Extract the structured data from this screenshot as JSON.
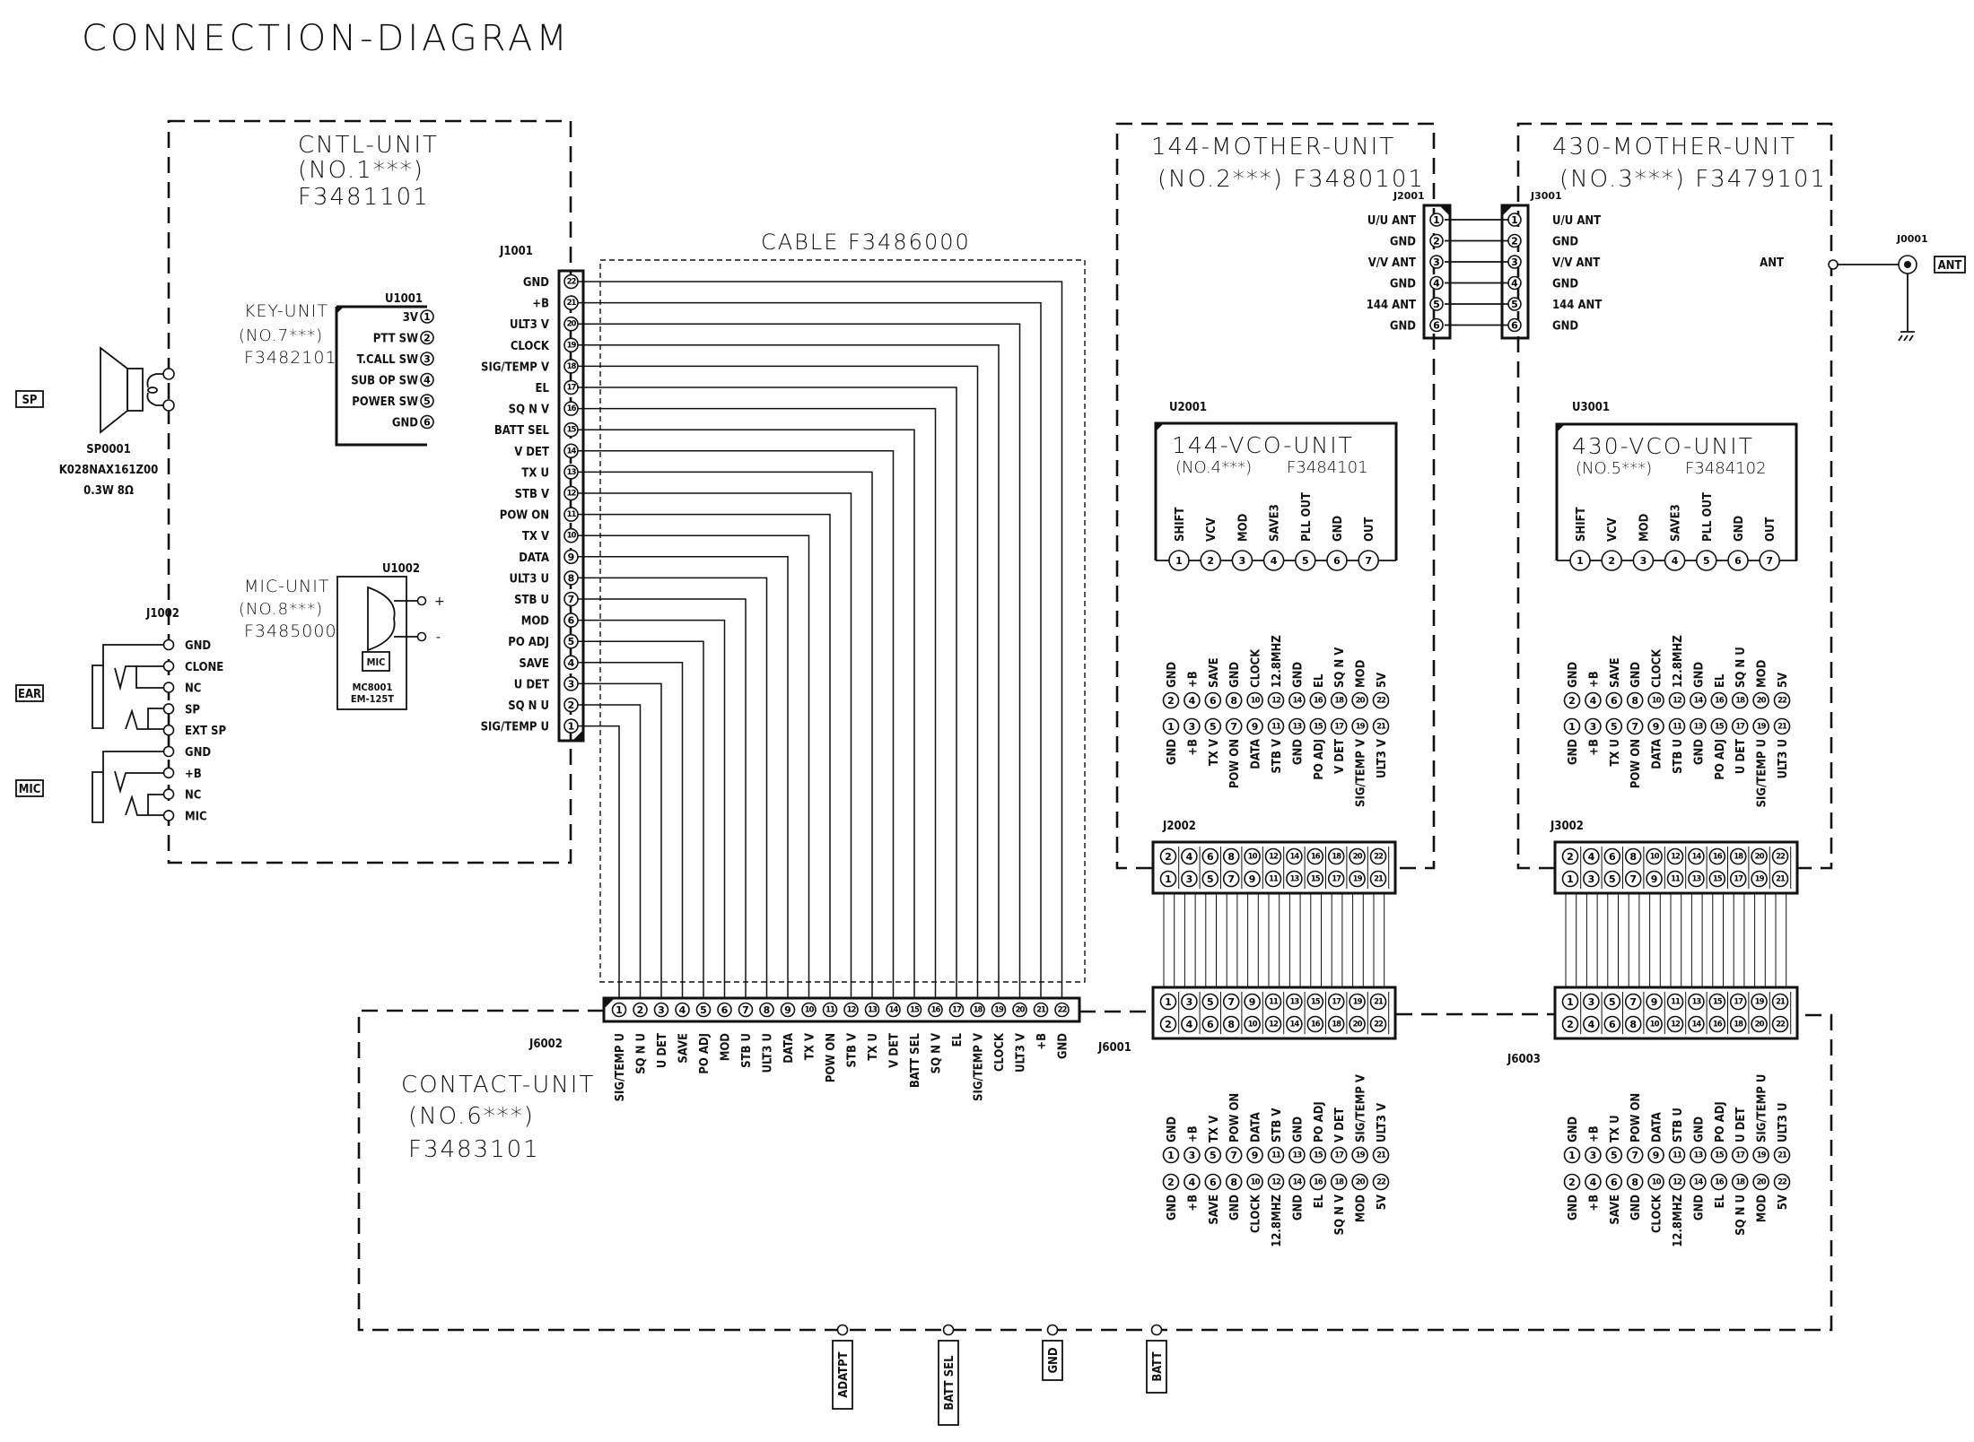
{
  "title": "CONNECTION-DIAGRAM",
  "cntl_unit": {
    "name": "CNTL-UNIT",
    "number": "(NO.1***)",
    "part": "F3481101",
    "connector": "J1001",
    "pins": [
      "SIG/TEMP U",
      "SQ N U",
      "U DET",
      "SAVE",
      "PO ADJ",
      "MOD",
      "STB U",
      "ULT3 U",
      "DATA",
      "TX V",
      "POW ON",
      "STB V",
      "TX U",
      "V DET",
      "BATT SEL",
      "SQ N V",
      "EL",
      "SIG/TEMP V",
      "CLOCK",
      "ULT3 V",
      "+B",
      "GND"
    ]
  },
  "key_unit": {
    "name": "KEY-UNIT",
    "number": "(NO.7***)",
    "part": "F3482101",
    "ref": "U1001",
    "pins": [
      "3V",
      "PTT SW",
      "T.CALL SW",
      "SUB OP SW",
      "POWER SW",
      "GND"
    ]
  },
  "mic_unit": {
    "name": "MIC-UNIT",
    "number": "(NO.8***)",
    "part": "F3485000",
    "ref": "U1002",
    "mic_label": "MIC",
    "mic_ref": "MC8001",
    "mic_model": "EM-125T",
    "plus": "+",
    "minus": "-"
  },
  "speaker": {
    "tag": "SP",
    "ref": "SP0001",
    "model": "K028NAX161Z00",
    "rating": "0.3W  8Ω"
  },
  "j1002": {
    "ref": "J1002",
    "ear_tag": "EAR",
    "mic_tag": "MIC",
    "pins": [
      "GND",
      "CLONE",
      "NC",
      "SP",
      "EXT SP",
      "GND",
      "+B",
      "NC",
      "MIC"
    ]
  },
  "cable": {
    "label": "CABLE  F3486000"
  },
  "contact_unit": {
    "name": "CONTACT-UNIT",
    "number": "(NO.6***)",
    "part": "F3483101",
    "connector": "J6002",
    "pins": [
      "SIG/TEMP U",
      "SQ N U",
      "U DET",
      "SAVE",
      "PO ADJ",
      "MOD",
      "STB U",
      "ULT3 U",
      "DATA",
      "TX V",
      "POW ON",
      "STB V",
      "TX U",
      "V DET",
      "BATT SEL",
      "SQ N V",
      "EL",
      "SIG/TEMP V",
      "CLOCK",
      "ULT3 V",
      "+B",
      "GND"
    ],
    "terminals": [
      "ADATPT",
      "BATT SEL",
      "GND",
      "BATT"
    ]
  },
  "mother_144": {
    "name": "144-MOTHER-UNIT",
    "number_part": "(NO.2***) F3480101",
    "ant_connector": "J2001",
    "ant_pins": [
      "U/U ANT",
      "GND",
      "V/V ANT",
      "GND",
      "144 ANT",
      "GND"
    ],
    "vco": {
      "ref": "U2001",
      "name": "144-VCO-UNIT",
      "number": "(NO.4***)",
      "part": "F3484101",
      "pins": [
        "SHIFT",
        "VCV",
        "MOD",
        "SAVE3",
        "PLL OUT",
        "GND",
        "OUT"
      ]
    },
    "bus_connector": "J2002",
    "even_pins": [
      "GND",
      "+B",
      "SAVE",
      "GND",
      "CLOCK",
      "12.8MHZ",
      "GND",
      "EL",
      "SQ N V",
      "MOD",
      "5V"
    ],
    "odd_pins": [
      "GND",
      "+B",
      "TX V",
      "POW ON",
      "DATA",
      "STB V",
      "GND",
      "PO ADJ",
      "V DET",
      "SIG/TEMP V",
      "ULT3 V"
    ]
  },
  "mother_430": {
    "name": "430-MOTHER-UNIT",
    "number_part": "(NO.3***) F3479101",
    "ant_connector": "J3001",
    "ant_pins": [
      "U/U ANT",
      "GND",
      "V/V ANT",
      "GND",
      "144 ANT",
      "GND"
    ],
    "ant_label": "ANT",
    "jack_ref": "J0001",
    "jack_tag": "ANT",
    "vco": {
      "ref": "U3001",
      "name": "430-VCO-UNIT",
      "number": "(NO.5***)",
      "part": "F3484102",
      "pins": [
        "SHIFT",
        "VCV",
        "MOD",
        "SAVE3",
        "PLL OUT",
        "GND",
        "OUT"
      ]
    },
    "bus_connector": "J3002",
    "even_pins": [
      "GND",
      "+B",
      "SAVE",
      "GND",
      "CLOCK",
      "12.8MHZ",
      "GND",
      "EL",
      "SQ N U",
      "MOD",
      "5V"
    ],
    "odd_pins": [
      "GND",
      "+B",
      "TX U",
      "POW ON",
      "DATA",
      "STB U",
      "GND",
      "PO ADJ",
      "U DET",
      "SIG/TEMP U",
      "ULT3 U"
    ]
  },
  "j6001": {
    "ref": "J6001",
    "odd_pins": [
      "GND",
      "+B",
      "TX V",
      "POW ON",
      "DATA",
      "STB V",
      "GND",
      "PO ADJ",
      "V DET",
      "SIG/TEMP V",
      "ULT3 V"
    ],
    "even_pins": [
      "GND",
      "+B",
      "SAVE",
      "GND",
      "CLOCK",
      "12.8MHZ",
      "GND",
      "EL",
      "SQ N V",
      "MOD",
      "5V"
    ]
  },
  "j6003": {
    "ref": "J6003",
    "odd_pins": [
      "GND",
      "+B",
      "TX U",
      "POW ON",
      "DATA",
      "STB U",
      "GND",
      "PO ADJ",
      "U DET",
      "SIG/TEMP U",
      "ULT3 U"
    ],
    "even_pins": [
      "GND",
      "+B",
      "SAVE",
      "GND",
      "CLOCK",
      "12.8MHZ",
      "GND",
      "EL",
      "SQ N U",
      "MOD",
      "5V"
    ]
  }
}
